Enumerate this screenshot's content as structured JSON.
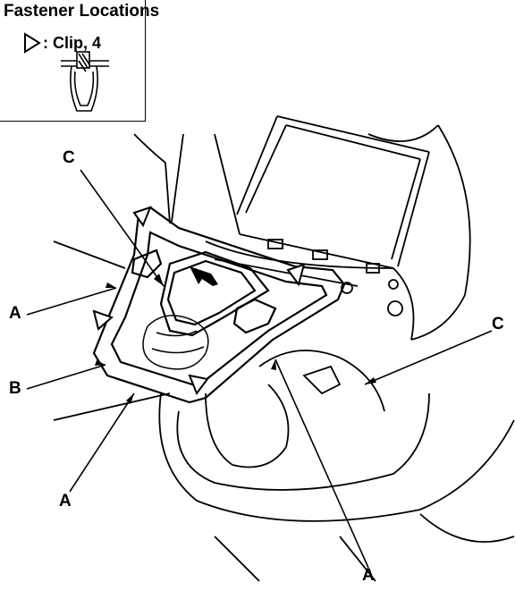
{
  "title": "Fastener Locations",
  "legend": {
    "icon": "triangle-outline-icon",
    "text": ": Clip, 4"
  },
  "callouts": {
    "c_top": "C",
    "a_left": "A",
    "b_left": "B",
    "a_bottom": "A",
    "c_right": "C",
    "a_bottom_right": "A"
  }
}
